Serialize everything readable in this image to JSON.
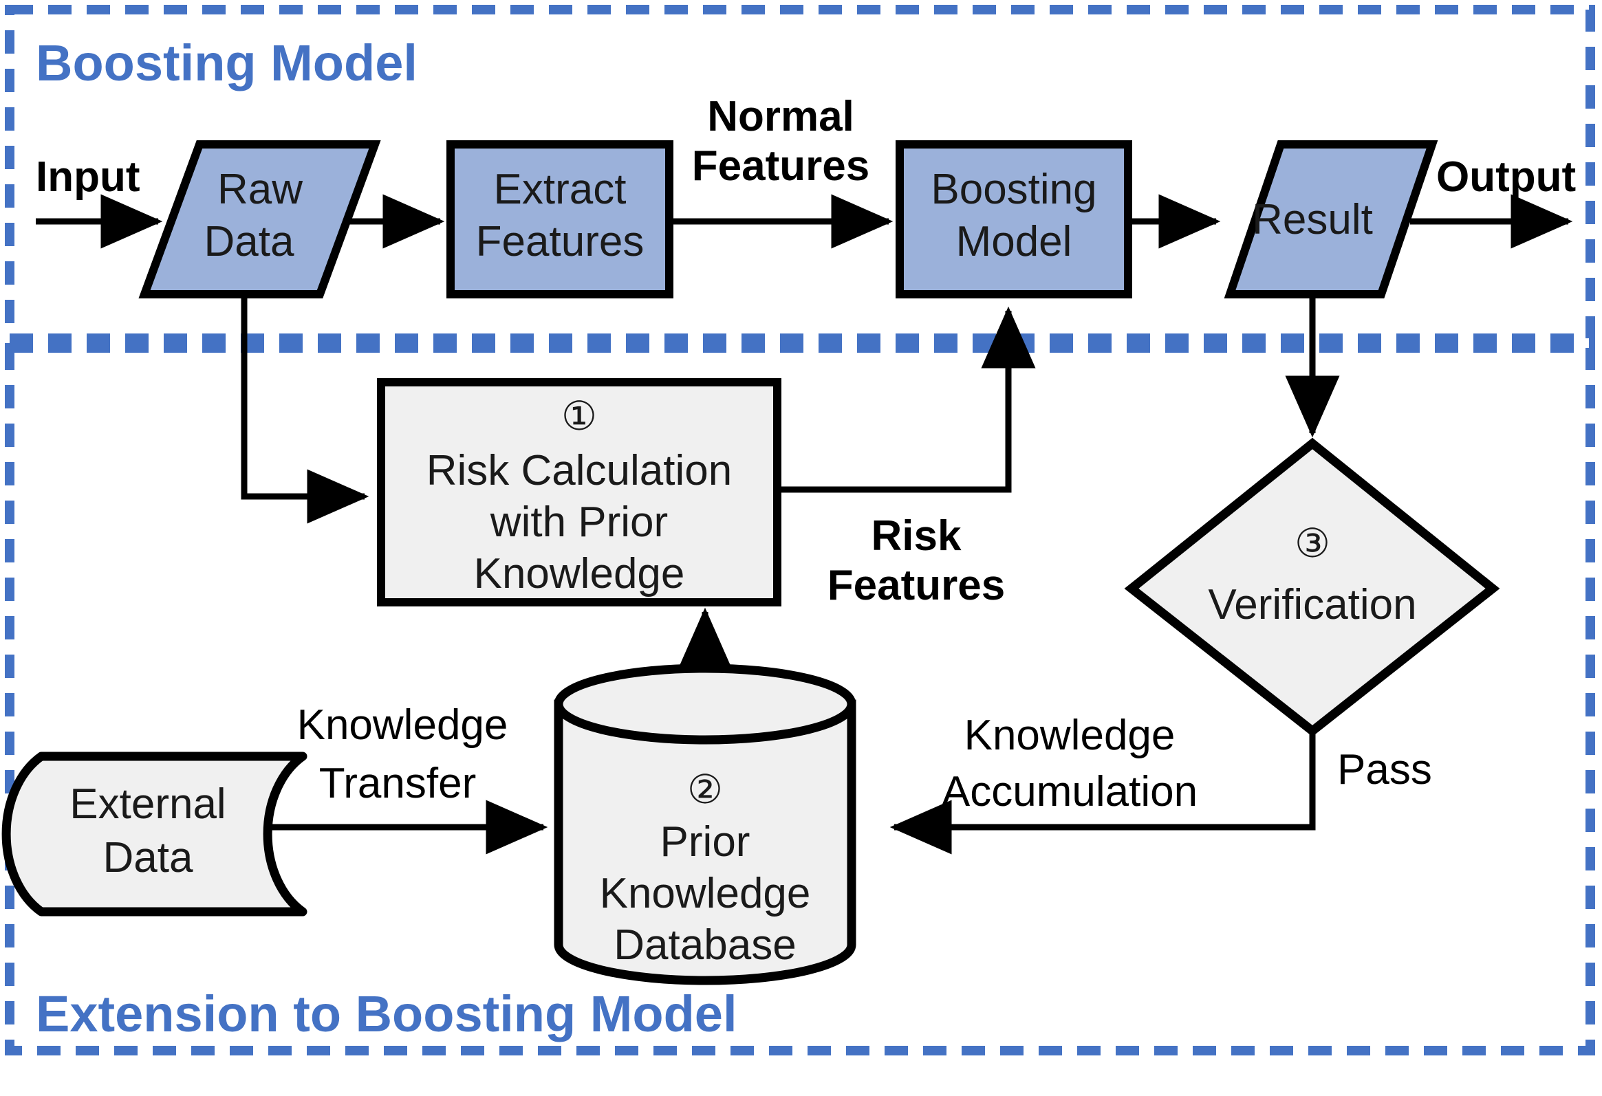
{
  "diagram": {
    "title_top": "Boosting Model",
    "title_bottom": "Extension to Boosting Model",
    "accent_color": "#4472C4",
    "node_fill_blue": "#9BB1DA",
    "node_fill_gray": "#F0F0F0",
    "stroke_color": "#000000",
    "type": "flowchart"
  },
  "nodes": {
    "raw_data": {
      "label_1": "Raw",
      "label_2": "Data",
      "shape": "parallelogram",
      "fill": "#9BB1DA"
    },
    "extract_features": {
      "label_1": "Extract",
      "label_2": "Features",
      "shape": "rectangle",
      "fill": "#9BB1DA"
    },
    "boosting_model": {
      "label_1": "Boosting",
      "label_2": "Model",
      "shape": "rectangle",
      "fill": "#9BB1DA"
    },
    "result": {
      "label_1": "Result",
      "shape": "parallelogram",
      "fill": "#9BB1DA"
    },
    "risk_calculation": {
      "number": "①",
      "label_1": "Risk Calculation",
      "label_2": "with Prior",
      "label_3": "Knowledge",
      "shape": "rectangle",
      "fill": "#F0F0F0"
    },
    "prior_knowledge_db": {
      "number": "②",
      "label_1": "Prior",
      "label_2": "Knowledge",
      "label_3": "Database",
      "shape": "cylinder",
      "fill": "#F0F0F0"
    },
    "verification": {
      "number": "③",
      "label_1": "Verification",
      "shape": "diamond",
      "fill": "#F0F0F0"
    },
    "external_data": {
      "label_1": "External",
      "label_2": "Data",
      "shape": "stored-data",
      "fill": "#F0F0F0"
    }
  },
  "edges": {
    "input": "Input",
    "output": "Output",
    "normal_features_1": "Normal",
    "normal_features_2": "Features",
    "risk_features_1": "Risk",
    "risk_features_2": "Features",
    "knowledge_transfer_1": "Knowledge",
    "knowledge_transfer_2": "Transfer",
    "knowledge_accumulation_1": "Knowledge",
    "knowledge_accumulation_2": "Accumulation",
    "pass": "Pass"
  }
}
